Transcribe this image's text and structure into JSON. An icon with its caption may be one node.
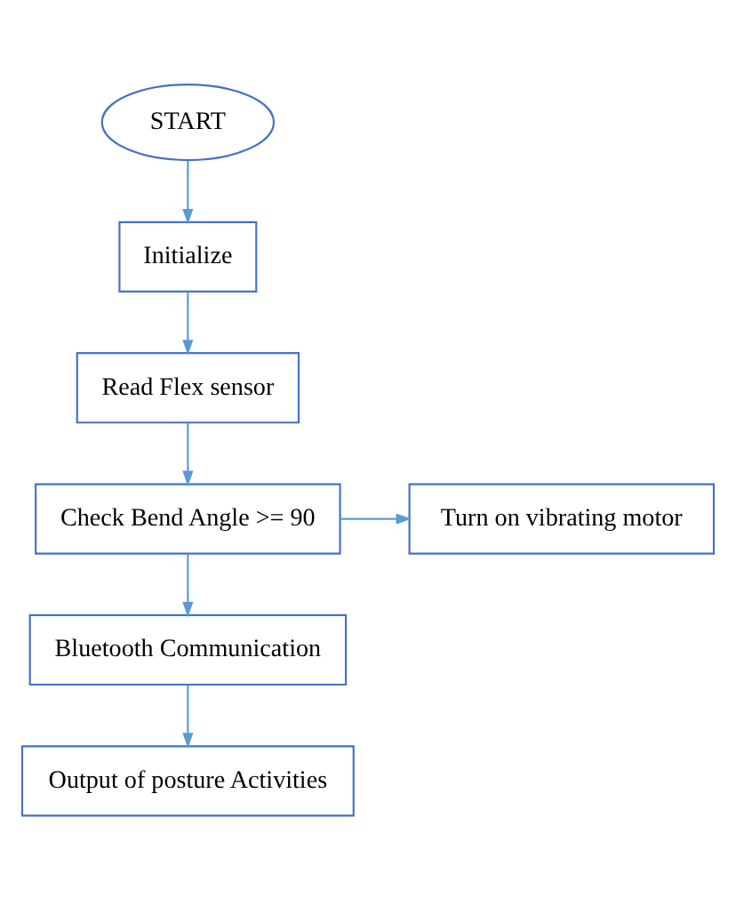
{
  "diagram": {
    "nodes": [
      {
        "text": [
          "START"
        ]
      },
      {
        "text": [
          "Initialize"
        ]
      },
      {
        "text": [
          "Read Flex sensor"
        ]
      },
      {
        "text": [
          "Check Bend Angle >= 90"
        ]
      },
      {
        "text": [
          "Turn on vibrating motor"
        ]
      },
      {
        "text": [
          "Bluetooth Communication"
        ]
      },
      {
        "text": [
          "Output of posture Activities"
        ]
      }
    ],
    "edges": [
      {
        "from": 0,
        "to": 1,
        "arrow": "to"
      },
      {
        "from": 1,
        "to": 2,
        "arrow": "to"
      },
      {
        "from": 2,
        "to": 3,
        "arrow": "to"
      },
      {
        "from": 3,
        "to": 4,
        "arrow": "to"
      },
      {
        "from": 3,
        "to": 5,
        "arrow": "to"
      },
      {
        "from": 5,
        "to": 6,
        "arrow": "to"
      }
    ]
  }
}
